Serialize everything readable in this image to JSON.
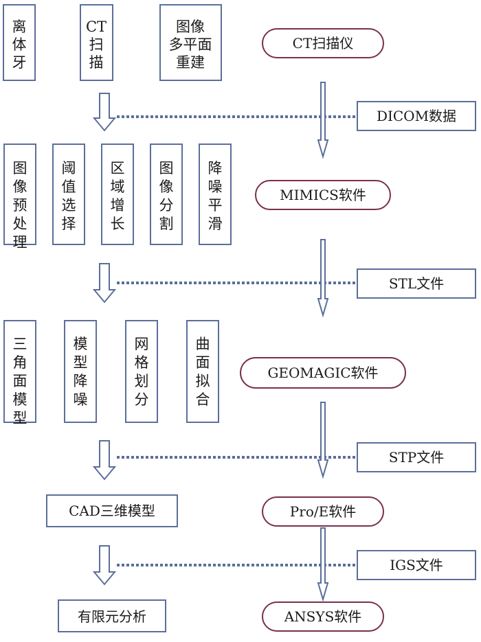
{
  "left_rows": [
    [
      "离体牙",
      "CT扫描",
      "图像多平面重建"
    ],
    [
      "图像预处理",
      "阈值选择",
      "区域增长",
      "图像分割",
      "降噪平滑"
    ],
    [
      "三角面模型",
      "模型降噪",
      "网格划分",
      "曲面拟合"
    ],
    [
      "CAD三维模型"
    ],
    [
      "有限元分析"
    ]
  ],
  "software": [
    "CT扫描仪",
    "MIMICS软件",
    "GEOMAGIC软件",
    "Pro/E软件",
    "ANSYS软件"
  ],
  "formats": [
    "DICOM数据",
    "STL文件",
    "STP文件",
    "IGS文件"
  ],
  "colors": {
    "box_stroke": "#5b6e9a",
    "pill_stroke": "#7a2f4a",
    "dotted_line": "#5b6e9a"
  }
}
